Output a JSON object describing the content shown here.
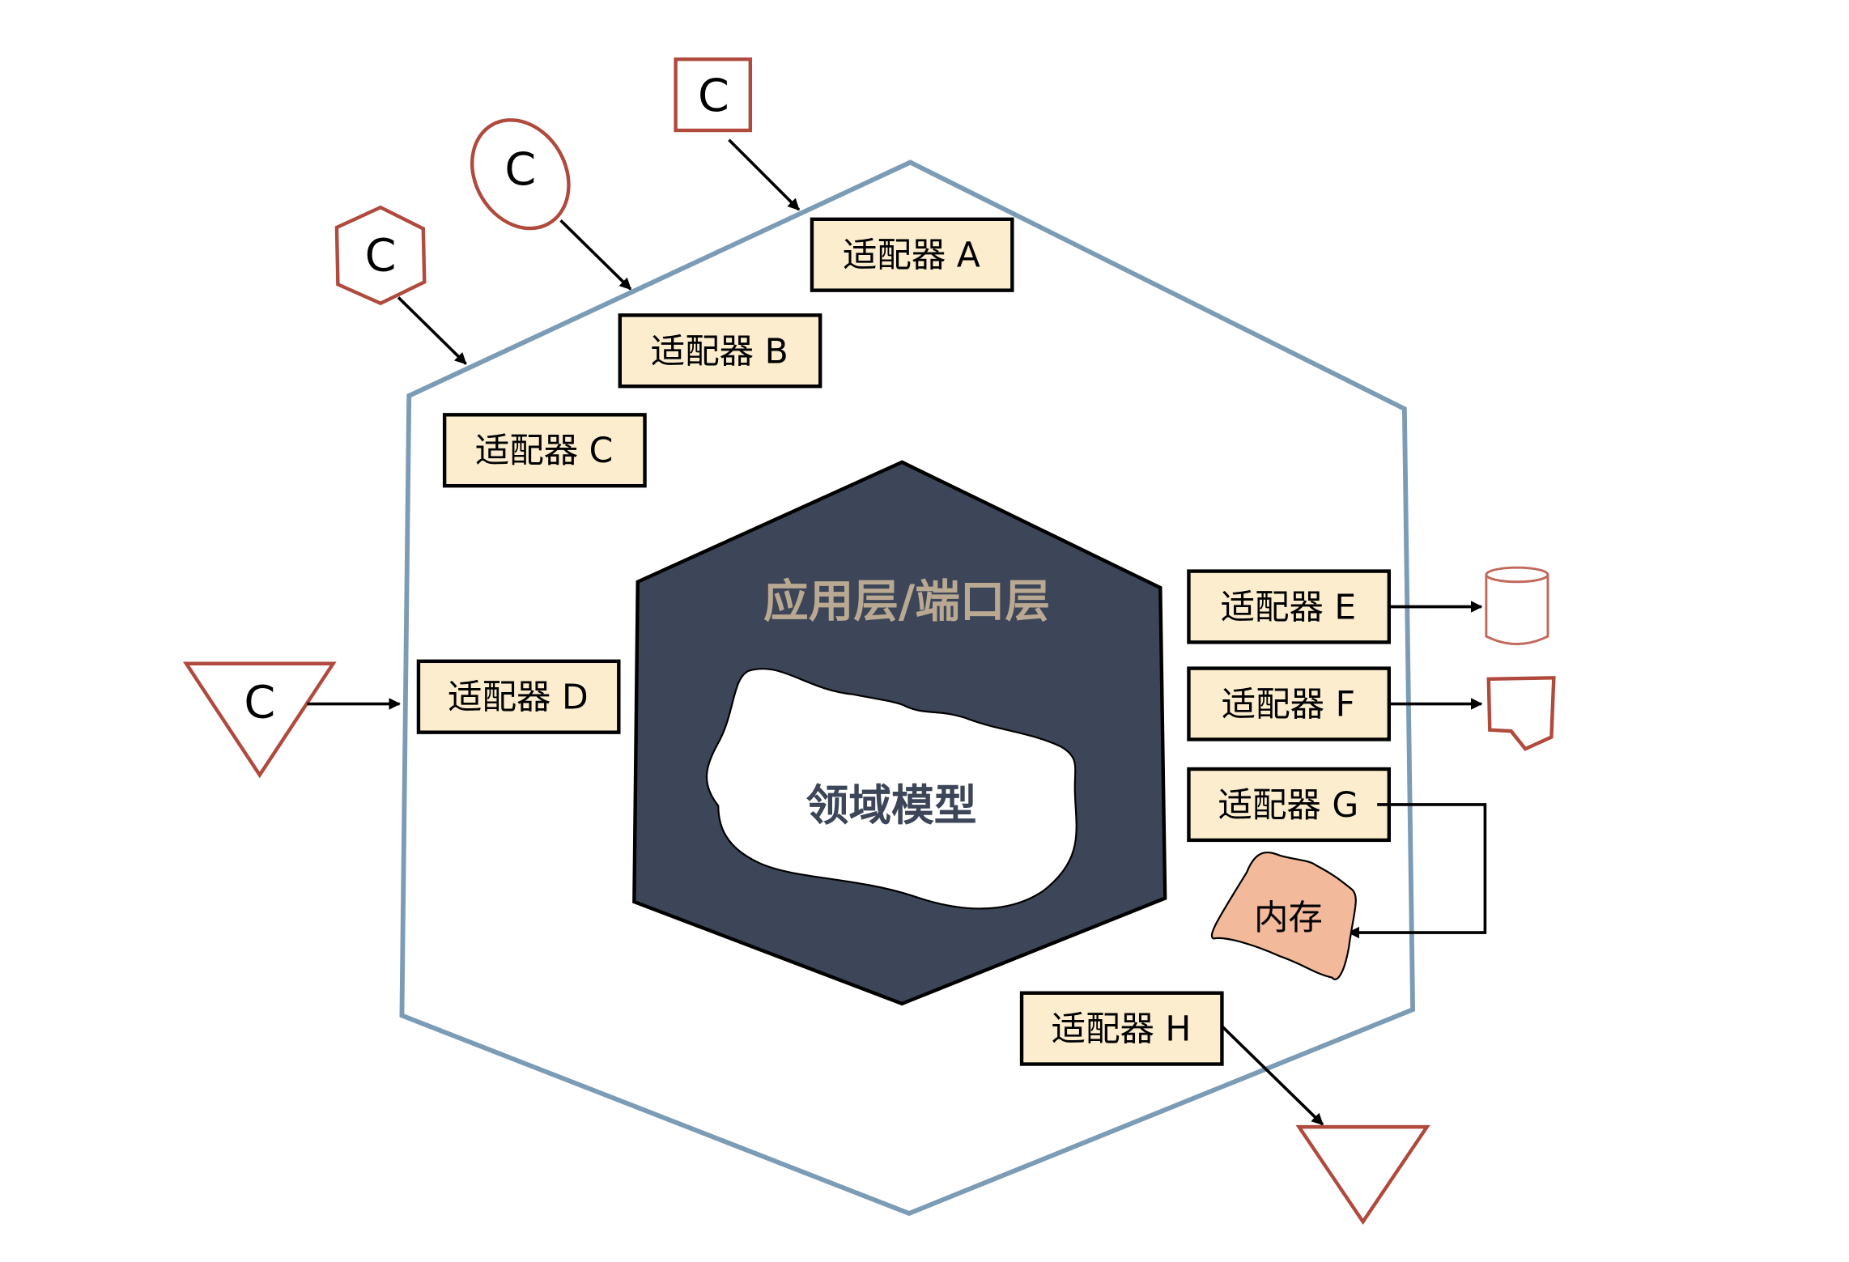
{
  "diagram": {
    "title_inner": "应用层/端口层",
    "domain_model": "领域模型",
    "memory": "内存",
    "client_label": "C",
    "adapters": [
      {
        "id": "A",
        "label": "适配器 A"
      },
      {
        "id": "B",
        "label": "适配器 B"
      },
      {
        "id": "C",
        "label": "适配器 C"
      },
      {
        "id": "D",
        "label": "适配器 D"
      },
      {
        "id": "E",
        "label": "适配器 E"
      },
      {
        "id": "F",
        "label": "适配器 F"
      },
      {
        "id": "G",
        "label": "适配器 G"
      },
      {
        "id": "H",
        "label": "适配器 H"
      }
    ],
    "colors": {
      "outer_hexagon": "#7c9cb6",
      "inner_hexagon": "#3d4658",
      "inner_title": "#b9a892",
      "adapter_fill": "#fbedcd",
      "client_stroke": "#b04a3c",
      "memory_fill": "#f3b99b"
    }
  }
}
